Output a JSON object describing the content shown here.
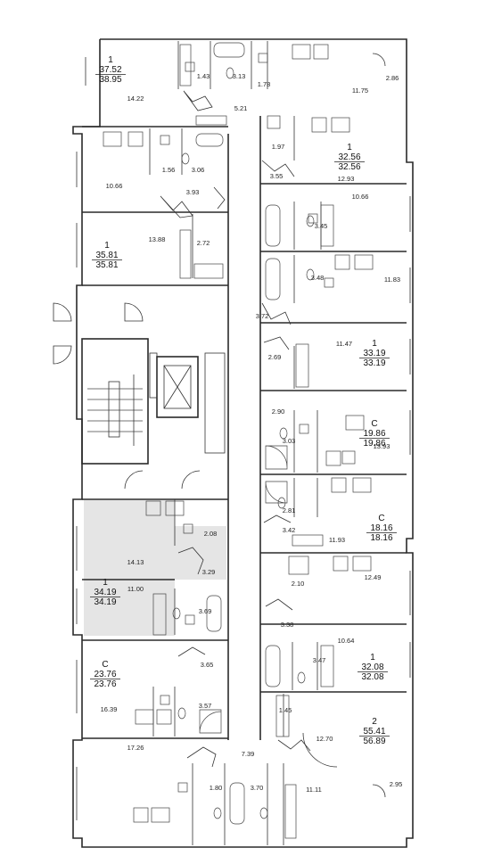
{
  "apartments": [
    {
      "id": "apt-a",
      "type": "1",
      "living": "37.52",
      "total": "38.95"
    },
    {
      "id": "apt-b",
      "type": "1",
      "living": "32.56",
      "total": "32.56"
    },
    {
      "id": "apt-c",
      "type": "1",
      "living": "35.81",
      "total": "35.81"
    },
    {
      "id": "apt-d",
      "type": "1",
      "living": "33.19",
      "total": "33.19"
    },
    {
      "id": "apt-e",
      "type": "С",
      "living": "19.86",
      "total": "19.86"
    },
    {
      "id": "apt-f",
      "type": "С",
      "living": "18.16",
      "total": "18.16"
    },
    {
      "id": "apt-g",
      "type": "1",
      "living": "34.19",
      "total": "34.19"
    },
    {
      "id": "apt-h",
      "type": "С",
      "living": "23.76",
      "total": "23.76"
    },
    {
      "id": "apt-i",
      "type": "1",
      "living": "32.08",
      "total": "32.08"
    },
    {
      "id": "apt-j",
      "type": "2",
      "living": "55.41",
      "total": "56.89"
    }
  ],
  "room_areas": [
    "14.22",
    "1.43",
    "3.13",
    "1.78",
    "5.21",
    "11.75",
    "2.86",
    "1.97",
    "3.55",
    "12.93",
    "10.66",
    "1.56",
    "3.06",
    "3.93",
    "10.66",
    "3.45",
    "13.88",
    "2.72",
    "3.48",
    "11.83",
    "3.72",
    "11.47",
    "2.69",
    "2.90",
    "3.03",
    "13.93",
    "2.81",
    "3.42",
    "11.93",
    "2.08",
    "14.13",
    "3.29",
    "11.00",
    "3.69",
    "2.10",
    "12.49",
    "3.38",
    "10.64",
    "3.47",
    "3.65",
    "3.57",
    "16.39",
    "1.45",
    "12.70",
    "17.26",
    "7.39",
    "1.80",
    "3.70",
    "11.11",
    "2.95"
  ],
  "highlighted_apartment": "apt-g",
  "colors": {
    "wall": "#2a2a2a",
    "highlight": "#e5e5e5",
    "background": "#ffffff"
  },
  "icons": [
    "stove-icon",
    "sink-icon",
    "bathtub-icon",
    "toilet-icon",
    "shower-icon",
    "washbasin-icon",
    "door-swing-icon",
    "elevator-icon",
    "stairs-icon"
  ]
}
